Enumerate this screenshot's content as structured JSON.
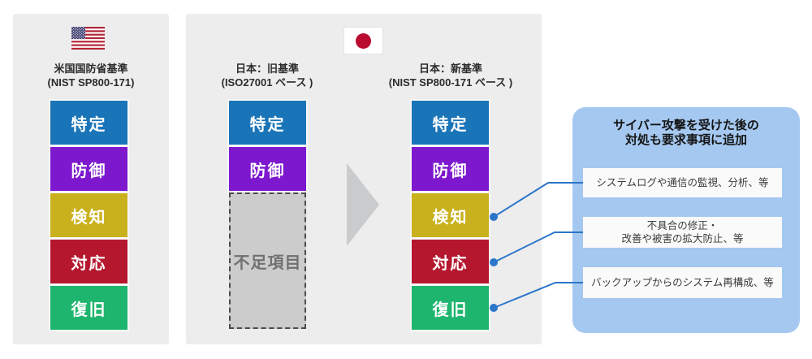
{
  "page": {
    "background": "#ffffff",
    "panel_background": "#ededee"
  },
  "colors": {
    "identify_blue": "#1a74b8",
    "protect_purple": "#7d18cf",
    "detect_yellow": "#c9b01d",
    "respond_red": "#b5172f",
    "recover_green": "#1eb56e",
    "missing_fill": "#cccccc",
    "missing_border": "#4a4a4a",
    "arrow_gray": "#c9cbcc",
    "callout_bg": "#a5c8f0",
    "callout_item_bg": "#fafafa",
    "connector_blue": "#2b76c8",
    "japan_flag_red": "#b90b2e",
    "us_flag_red": "#b22234",
    "us_flag_navy": "#3c3b6e"
  },
  "us_panel": {
    "flag_icon": "us-flag-icon",
    "title_line1": "米国国防省基準",
    "title_line2": "(NIST SP800-171)",
    "boxes": [
      {
        "label": "特定",
        "color": "#1a74b8"
      },
      {
        "label": "防御",
        "color": "#7d18cf"
      },
      {
        "label": "検知",
        "color": "#c9b01d"
      },
      {
        "label": "対応",
        "color": "#b5172f"
      },
      {
        "label": "復旧",
        "color": "#1eb56e"
      }
    ]
  },
  "japan_panel": {
    "flag_icon": "japan-flag-icon",
    "old_standard": {
      "title_line1": "日本：旧基準",
      "title_line2": "(ISO27001 ベース )",
      "boxes": [
        {
          "label": "特定",
          "color": "#1a74b8"
        },
        {
          "label": "防御",
          "color": "#7d18cf"
        }
      ],
      "missing_label": "不足項目"
    },
    "new_standard": {
      "title_line1": "日本：新基準",
      "title_line2": "(NIST SP800-171 ベース )",
      "boxes": [
        {
          "label": "特定",
          "color": "#1a74b8"
        },
        {
          "label": "防御",
          "color": "#7d18cf"
        },
        {
          "label": "検知",
          "color": "#c9b01d"
        },
        {
          "label": "対応",
          "color": "#b5172f"
        },
        {
          "label": "復旧",
          "color": "#1eb56e"
        }
      ]
    }
  },
  "callout": {
    "title_line1": "サイバー攻撃を受けた後の",
    "title_line2": "対処も要求事項に追加",
    "items": [
      {
        "text": "システムログや通信の監視、分析、等"
      },
      {
        "text": "不具合の修正・\n改善や被害の拡大防止、等"
      },
      {
        "text": "バックアップからのシステム再構成、等"
      }
    ]
  }
}
